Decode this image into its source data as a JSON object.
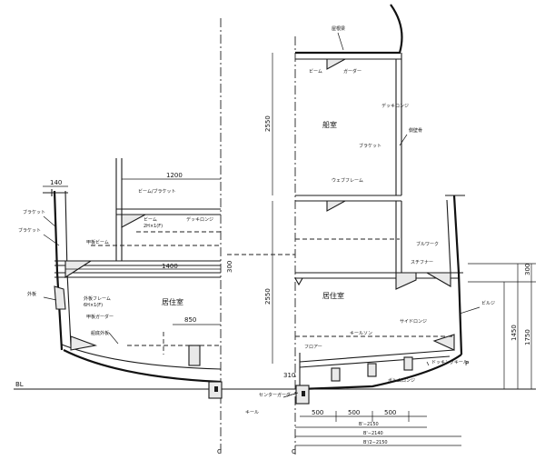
{
  "diagram": {
    "left_section": {
      "dimensions": [
        "140",
        "1200",
        "1400",
        "300",
        "850"
      ],
      "room_label": "居住室",
      "labels": {
        "top_frame": "ビーム/ブラケット",
        "beam_top": "ビーム",
        "beam_top_spec": "2H×1(F)",
        "deck_long": "デッキロンジ",
        "bracket_a": "ブラケット",
        "bracket_b": "ブラケット",
        "frame_side": "外板フレーム",
        "frame_side_spec": "6H×1(F)",
        "beam_mid": "甲板ビーム",
        "girder": "甲板ガーダー",
        "side_plate": "外板",
        "bottom_plate": "船底外板"
      }
    },
    "right_section": {
      "dimensions": [
        "2550",
        "2550",
        "500",
        "500",
        "500",
        "300",
        "310",
        "1450",
        "1750"
      ],
      "upper_room": "船室",
      "lower_room": "居住室",
      "labels": {
        "roof_beam": "屋根梁",
        "roof_girder": "ガーダー",
        "beam_r1": "ビーム",
        "deck_long_r": "デッキロンジ",
        "side_frame_r": "側壁骨",
        "bracket_r": "ブラケット",
        "web_frame": "ウェブフレーム",
        "bulwark": "ブルワーク",
        "stiffener": "スチフナー",
        "floor": "フロアー",
        "keelson": "キールソン",
        "bilge": "ビルジ",
        "side_long": "サイドロンジ",
        "bottom_long": "ボトムロンジ",
        "center_girder": "センターガーダー",
        "keel": "キール",
        "docking_keel": "ドッキングキール"
      },
      "breadth_dims": [
        "B'−2150",
        "B'−2140",
        "B'/2−2150"
      ]
    },
    "baseline": "BL",
    "centerline": "C"
  }
}
